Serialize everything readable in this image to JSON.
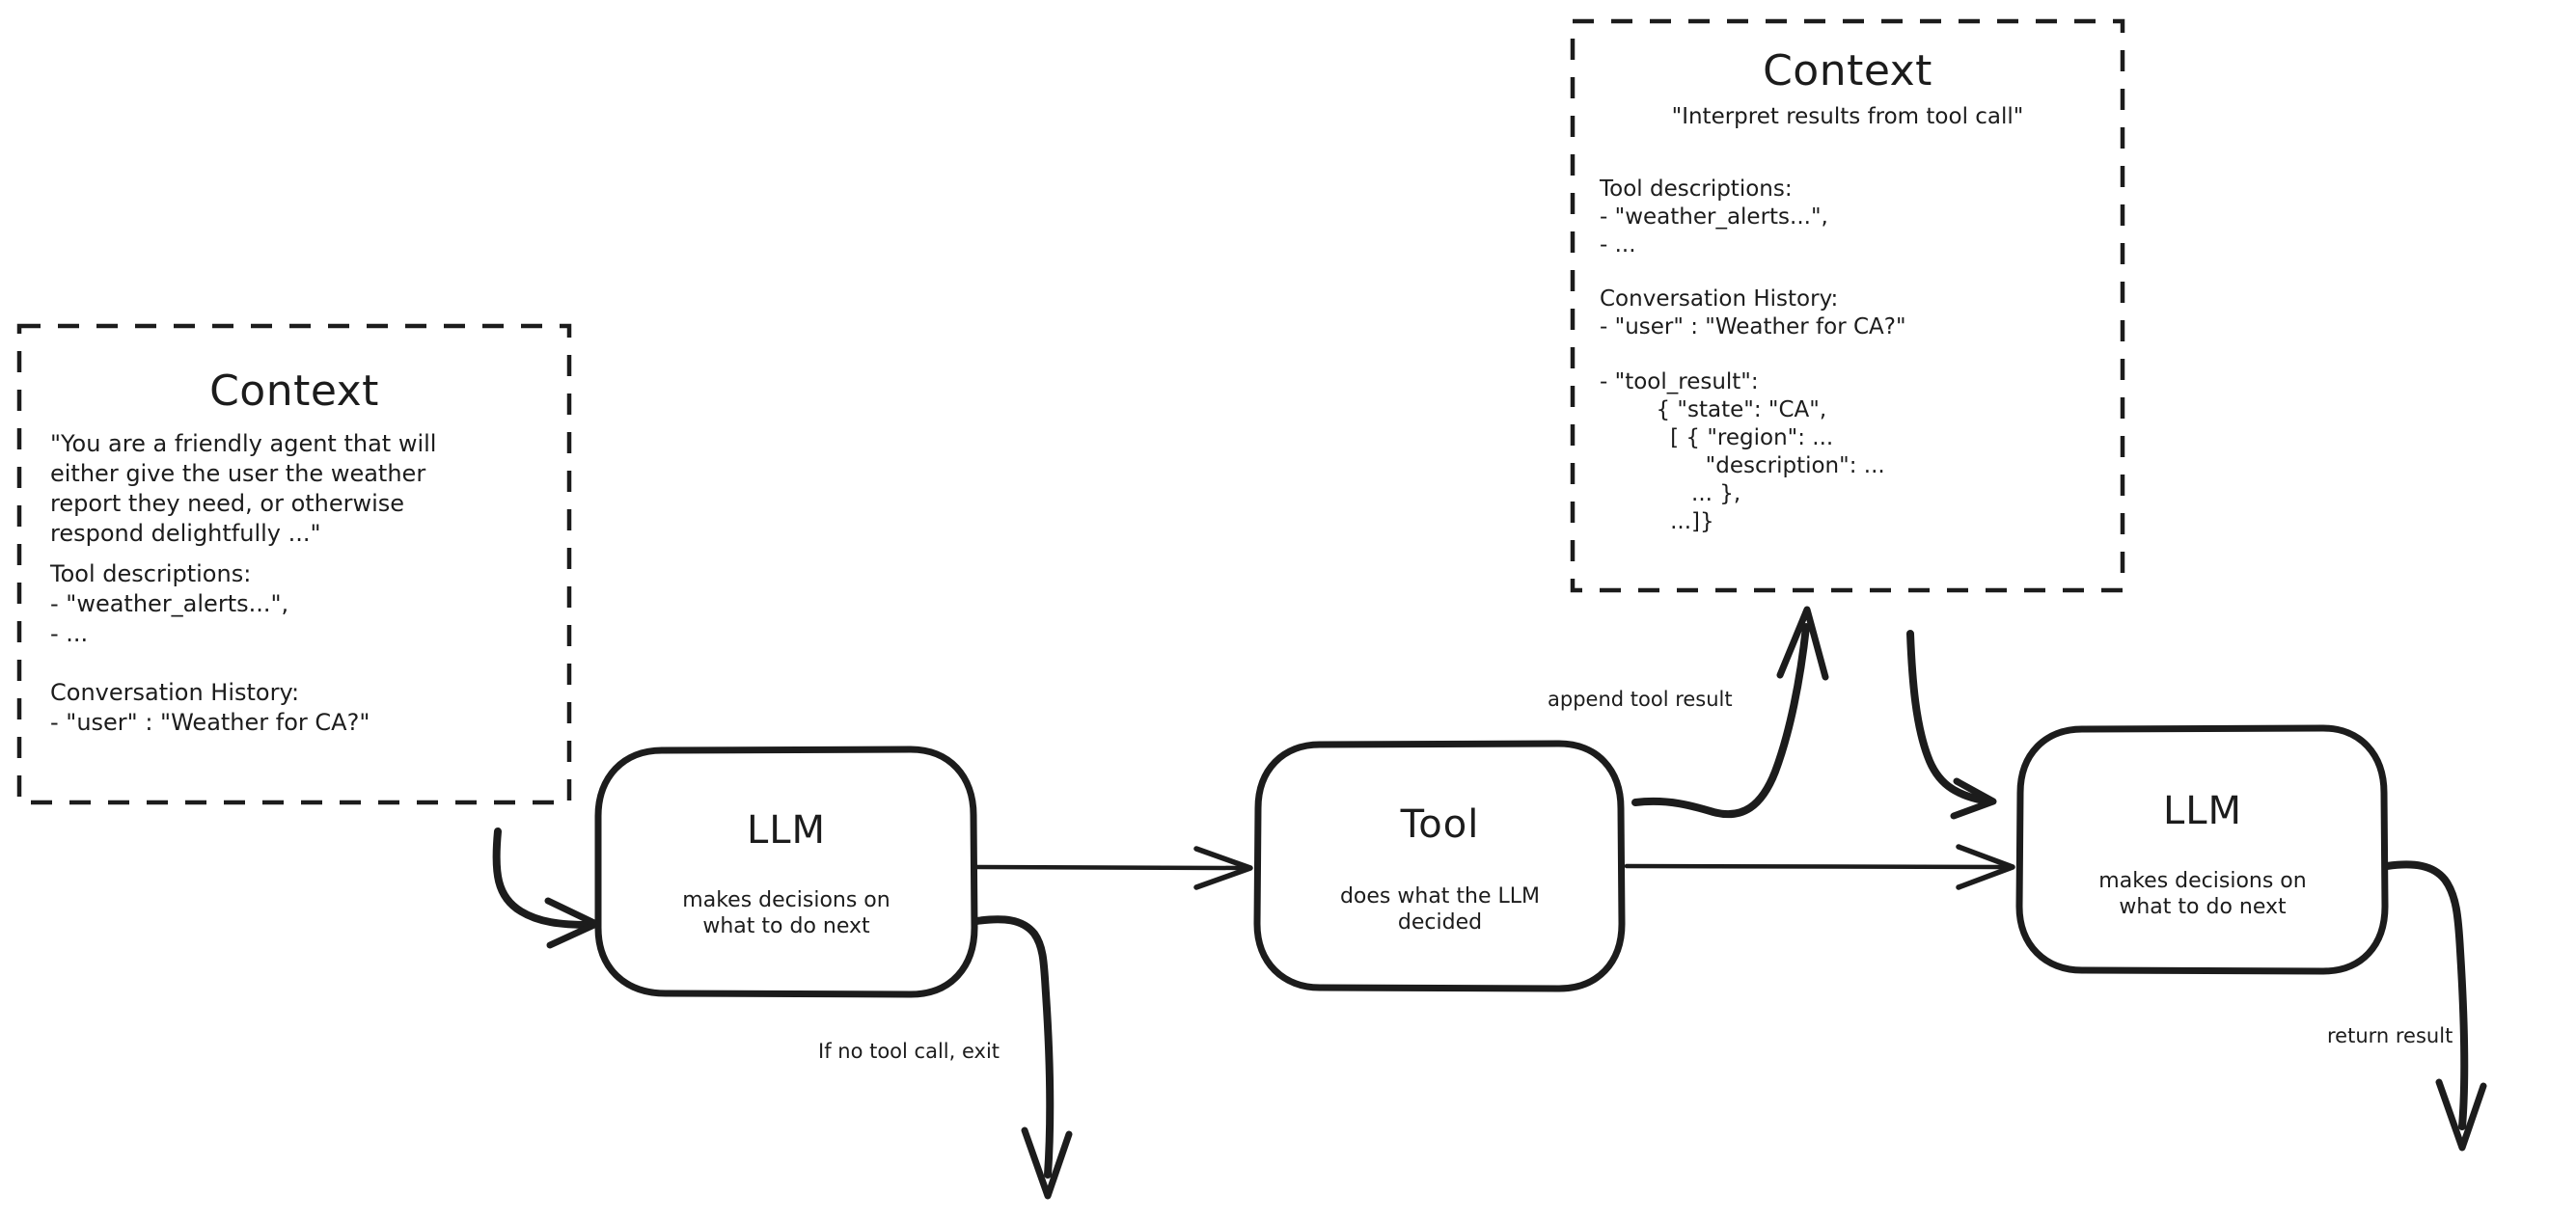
{
  "diagram": {
    "title": "agent-loop-flow",
    "stroke_color": "#1c1c1c",
    "background": "#ffffff"
  },
  "context_left": {
    "heading": "Context",
    "system_prompt": "\"You are a friendly agent that will\neither give the user the weather\nreport they need, or otherwise\nrespond delightfully ...\"",
    "tools_heading": "Tool descriptions:",
    "tool_line_1": "- \"weather_alerts...\",",
    "tool_line_2": "- ...",
    "history_heading": "Conversation History:",
    "history_line_1": "- \"user\" : \"Weather for CA?\""
  },
  "context_right": {
    "heading": "Context",
    "system_prompt": "\"Interpret results from tool call\"",
    "tools_heading": "Tool descriptions:",
    "tool_line_1": "- \"weather_alerts...\",",
    "tool_line_2": "- ...",
    "history_heading": "Conversation History:",
    "history_line_1": "- \"user\" : \"Weather for CA?\"",
    "tool_result_label": "- \"tool_result\":",
    "tool_result_body": "        { \"state\": \"CA\",\n          [ { \"region\": ...\n               \"description\": ...\n             ... },\n          ...]}"
  },
  "nodes": {
    "llm_first": {
      "title": "LLM",
      "subtitle": "makes decisions on\nwhat to do next"
    },
    "tool": {
      "title": "Tool",
      "subtitle": "does what the LLM\ndecided"
    },
    "llm_second": {
      "title": "LLM",
      "subtitle": "makes decisions on\nwhat to do next"
    }
  },
  "edge_labels": {
    "exit": "If no tool call, exit",
    "append": "append tool result",
    "return": "return result"
  }
}
